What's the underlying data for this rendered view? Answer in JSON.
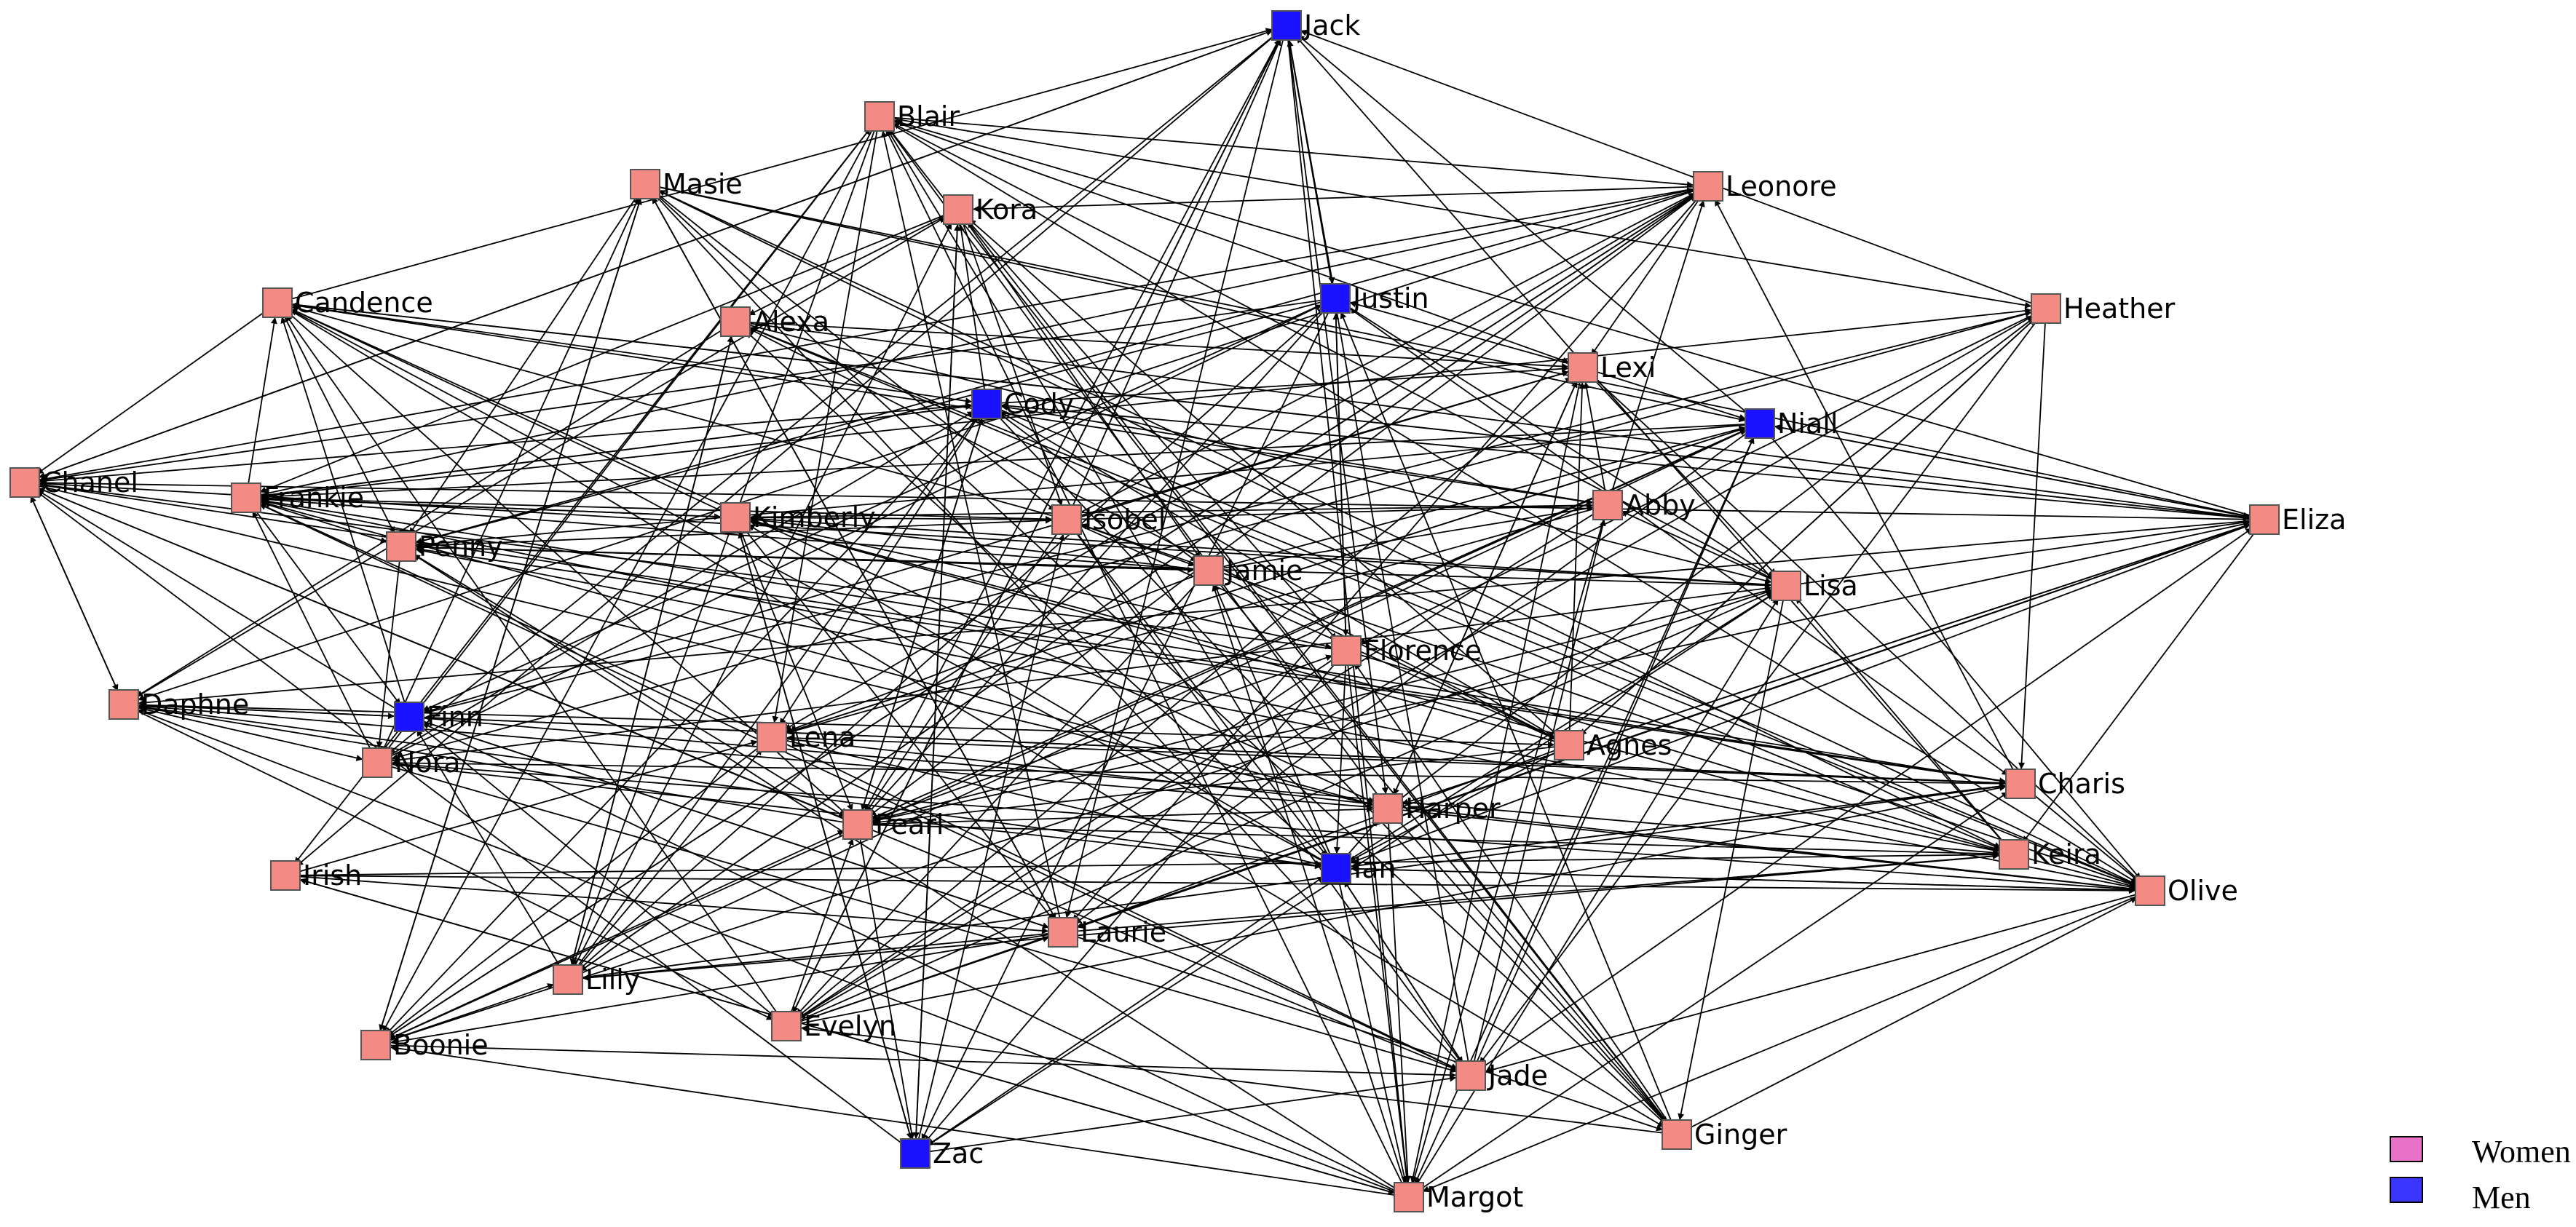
{
  "colors": {
    "women_node": "#f48a84",
    "men_node": "#1a12ff",
    "edge": "#000000",
    "legend_women": "#e872c8",
    "legend_men": "#3a36ff"
  },
  "legend": {
    "women_label": "Women",
    "men_label": "Men"
  },
  "nodes": [
    {
      "id": "Jack",
      "label": "Jack",
      "group": "men"
    },
    {
      "id": "Blair",
      "label": "Blair",
      "group": "women"
    },
    {
      "id": "Masie",
      "label": "Masie",
      "group": "women"
    },
    {
      "id": "Kora",
      "label": "Kora",
      "group": "women"
    },
    {
      "id": "Leonore",
      "label": "Leonore",
      "group": "women"
    },
    {
      "id": "Candence",
      "label": "Candence",
      "group": "women"
    },
    {
      "id": "Alexa",
      "label": "Alexa",
      "group": "women"
    },
    {
      "id": "Justin",
      "label": "Justin",
      "group": "men"
    },
    {
      "id": "Heather",
      "label": "Heather",
      "group": "women"
    },
    {
      "id": "Lexi",
      "label": "Lexi",
      "group": "women"
    },
    {
      "id": "Cody",
      "label": "Cody",
      "group": "men"
    },
    {
      "id": "Niall",
      "label": "Niall",
      "group": "men"
    },
    {
      "id": "Chanel",
      "label": "Chanel",
      "group": "women"
    },
    {
      "id": "Frankie",
      "label": "Frankie",
      "group": "women"
    },
    {
      "id": "Kimberly",
      "label": "Kimberly",
      "group": "women"
    },
    {
      "id": "Isobel",
      "label": "Isobel",
      "group": "women"
    },
    {
      "id": "Abby",
      "label": "Abby",
      "group": "women"
    },
    {
      "id": "Eliza",
      "label": "Eliza",
      "group": "women"
    },
    {
      "id": "Penny",
      "label": "Penny",
      "group": "women"
    },
    {
      "id": "Jamie",
      "label": "Jamie",
      "group": "women"
    },
    {
      "id": "Lisa",
      "label": "Lisa",
      "group": "women"
    },
    {
      "id": "Florence",
      "label": "Florence",
      "group": "women"
    },
    {
      "id": "Daphne",
      "label": "Daphne",
      "group": "women"
    },
    {
      "id": "Finn",
      "label": "Finn",
      "group": "men"
    },
    {
      "id": "Lena",
      "label": "Lena",
      "group": "women"
    },
    {
      "id": "Agnes",
      "label": "Agnes",
      "group": "women"
    },
    {
      "id": "Nora",
      "label": "Nora",
      "group": "women"
    },
    {
      "id": "Charis",
      "label": "Charis",
      "group": "women"
    },
    {
      "id": "Harper",
      "label": "Harper",
      "group": "women"
    },
    {
      "id": "Pearl",
      "label": "Pearl",
      "group": "women"
    },
    {
      "id": "Keira",
      "label": "Keira",
      "group": "women"
    },
    {
      "id": "Irish",
      "label": "Irish",
      "group": "women"
    },
    {
      "id": "Ian",
      "label": "Ian",
      "group": "men"
    },
    {
      "id": "Olive",
      "label": "Olive",
      "group": "women"
    },
    {
      "id": "Laurie",
      "label": "Laurie",
      "group": "women"
    },
    {
      "id": "Lilly",
      "label": "Lilly",
      "group": "women"
    },
    {
      "id": "Boonie",
      "label": "Boonie",
      "group": "women"
    },
    {
      "id": "Evelyn",
      "label": "Evelyn",
      "group": "women"
    },
    {
      "id": "Jade",
      "label": "Jade",
      "group": "women"
    },
    {
      "id": "Ginger",
      "label": "Ginger",
      "group": "women"
    },
    {
      "id": "Zac",
      "label": "Zac",
      "group": "men"
    },
    {
      "id": "Margot",
      "label": "Margot",
      "group": "women"
    }
  ]
}
